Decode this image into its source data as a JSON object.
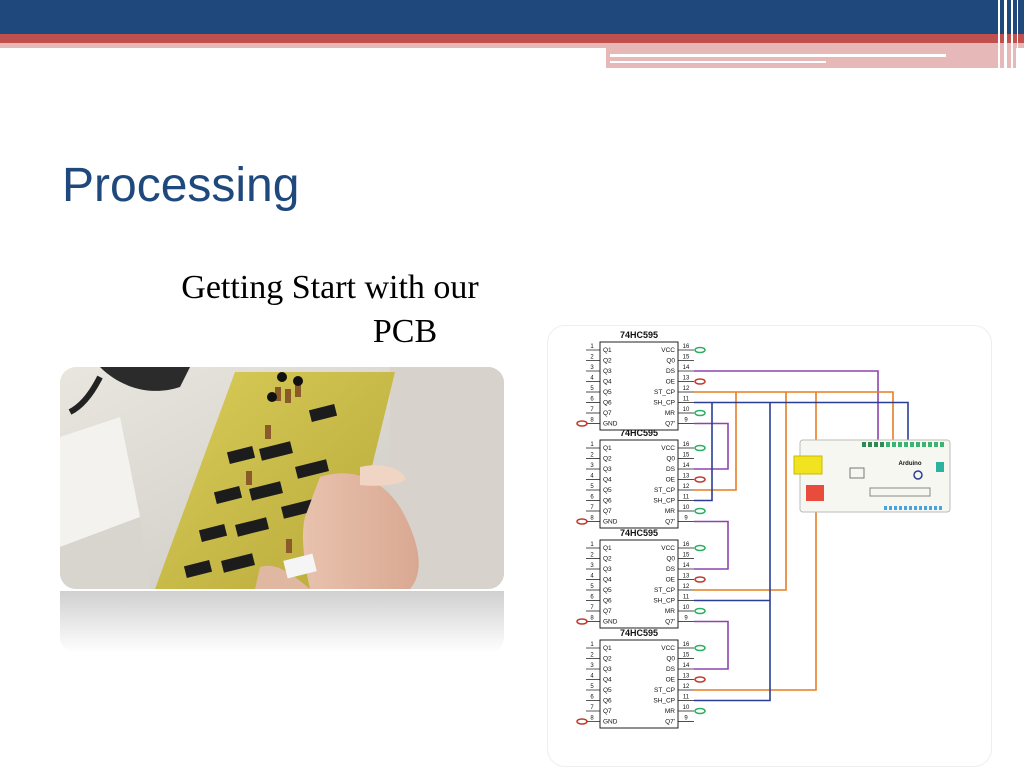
{
  "slide": {
    "title": "Processing",
    "subtitle_line1": "Getting Start with our",
    "subtitle_line2": "PCB"
  },
  "colors": {
    "title": "#1f497d",
    "header_blue": "#1f497d",
    "header_red": "#c0504d",
    "header_pink": "#e6b9b8",
    "wire_purple": "#8e44ad",
    "wire_orange": "#e67e22",
    "wire_blue": "#2c3e94",
    "pcb_yellow": "#d4c64a"
  },
  "schematic": {
    "chips": [
      {
        "label": "74HC595"
      },
      {
        "label": "74HC595"
      },
      {
        "label": "74HC595"
      },
      {
        "label": "74HC595"
      }
    ],
    "left_pins": [
      {
        "num": "1",
        "name": "Q1"
      },
      {
        "num": "2",
        "name": "Q2"
      },
      {
        "num": "3",
        "name": "Q3"
      },
      {
        "num": "4",
        "name": "Q4"
      },
      {
        "num": "5",
        "name": "Q5"
      },
      {
        "num": "6",
        "name": "Q6"
      },
      {
        "num": "7",
        "name": "Q7"
      },
      {
        "num": "8",
        "name": "GND"
      }
    ],
    "right_pins": [
      {
        "num": "16",
        "name": "VCC"
      },
      {
        "num": "15",
        "name": "Q0"
      },
      {
        "num": "14",
        "name": "DS"
      },
      {
        "num": "13",
        "name": "OE"
      },
      {
        "num": "12",
        "name": "ST_CP"
      },
      {
        "num": "11",
        "name": "SH_CP"
      },
      {
        "num": "10",
        "name": "MR"
      },
      {
        "num": "9",
        "name": "Q7'"
      }
    ],
    "arduino_label": "Arduino"
  }
}
